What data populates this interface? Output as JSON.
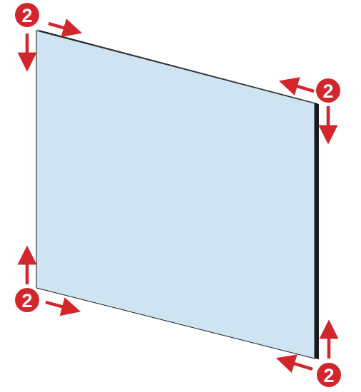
{
  "diagram": {
    "panel_fill": "#cfe4f3",
    "panel_edge": "#1a1a1a",
    "marker_color": "#d1262b",
    "marker_text_color": "#ffffff",
    "corners": [
      {
        "position": "top-left",
        "badge_label": "2",
        "arrows": [
          "right",
          "down"
        ]
      },
      {
        "position": "top-right",
        "badge_label": "2",
        "arrows": [
          "left",
          "down"
        ]
      },
      {
        "position": "bottom-left",
        "badge_label": "2",
        "arrows": [
          "up",
          "right"
        ]
      },
      {
        "position": "bottom-right",
        "badge_label": "2",
        "arrows": [
          "left",
          "up"
        ]
      }
    ]
  }
}
